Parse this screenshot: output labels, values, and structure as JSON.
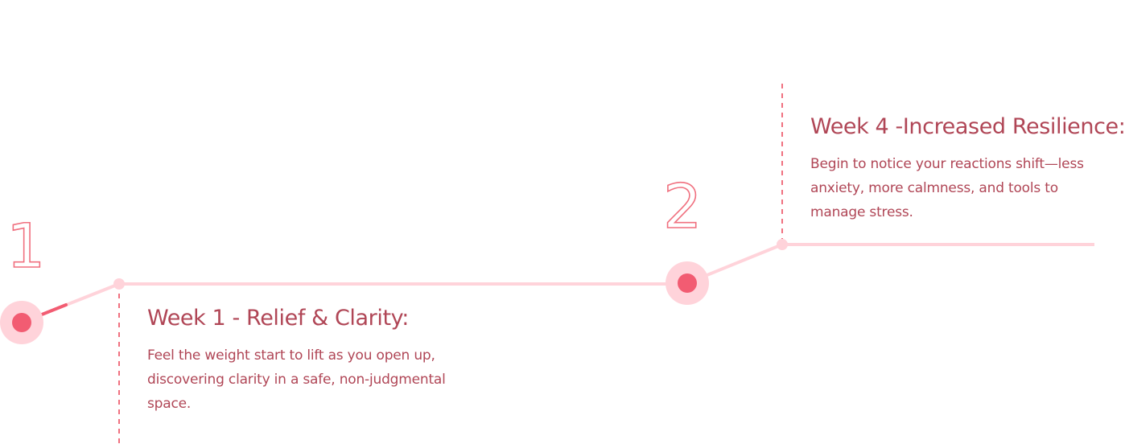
{
  "steps": [
    {
      "number": "1",
      "title": "Week 1 - Relief & Clarity:",
      "description": "Feel the weight start to lift as you open up, discovering clarity in a safe, non-judgmental space."
    },
    {
      "number": "2",
      "title": "Week 4 -Increased Resilience:",
      "description": "Begin to notice your reactions shift—less anxiety, more calmness, and tools to manage stress."
    }
  ],
  "colors": {
    "accent": "#f25c72",
    "halo": "#ffd3da",
    "track": "#ffd3da",
    "text": "#b04656",
    "outline_number": "#f0707f"
  }
}
